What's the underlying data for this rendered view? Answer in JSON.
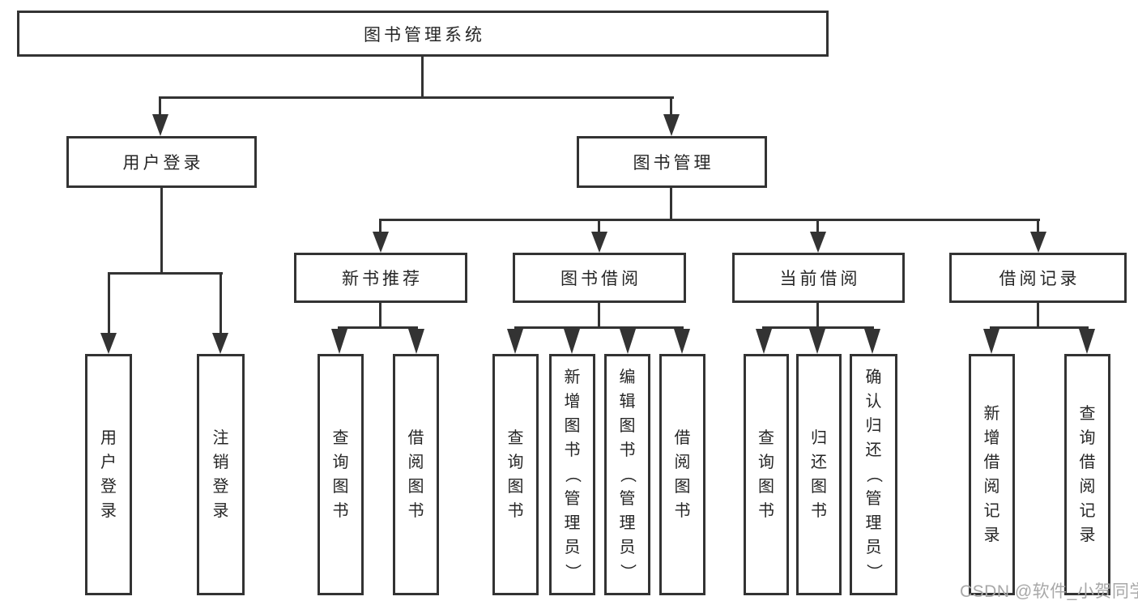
{
  "diagram": {
    "root": {
      "label": "图书管理系统"
    },
    "branches": {
      "user_login": {
        "label": "用户登录",
        "children": [
          "用户登录",
          "注销登录"
        ]
      },
      "book_mgmt": {
        "label": "图书管理",
        "sections": [
          {
            "label": "新书推荐",
            "children": [
              "查询图书",
              "借阅图书"
            ]
          },
          {
            "label": "图书借阅",
            "children": [
              "查询图书",
              "新增图书（管理员）",
              "编辑图书（管理员）",
              "借阅图书"
            ]
          },
          {
            "label": "当前借阅",
            "children": [
              "查询图书",
              "归还图书",
              "确认归还（管理员）"
            ]
          },
          {
            "label": "借阅记录",
            "children": [
              "新增借阅记录",
              "查询借阅记录"
            ]
          }
        ]
      }
    }
  },
  "watermark": {
    "text": "CSDN @软件_小贺同学"
  },
  "colors": {
    "line": "#333333",
    "text": "#262626",
    "box_background": "#ffffff",
    "page_background": "#ffffff",
    "watermark": "#a8a8a8"
  }
}
